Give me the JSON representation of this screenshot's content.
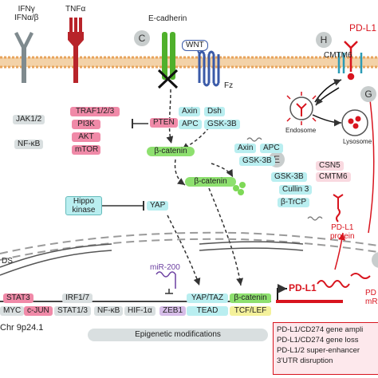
{
  "receptors": {
    "ifn_label_line1": "IFNγ",
    "ifn_label_line2": "IFNα/β",
    "tnf_label": "TNFα",
    "ecadherin_label": "E-cadherin",
    "wnt_label": "WNT",
    "fz_label": "Fz"
  },
  "panel_letters": {
    "c": "C",
    "h": "H",
    "g": "G",
    "e": "E"
  },
  "left_signaling": {
    "jak": "JAK1/2",
    "nfkb": "NF-κB",
    "traf": "TRAF1/2/3",
    "pi3k": "PI3K",
    "akt": "AKT",
    "mtor": "mTOR",
    "pten": "PTEN"
  },
  "wnt_pathway": {
    "axin": "Axin",
    "dsh": "Dsh",
    "apc": "APC",
    "gsk3b": "GSK-3B",
    "axin2": "Axin",
    "apc2": "APC",
    "gsk3b2": "GSK-3B",
    "beta_catenin_1": "β-catenin",
    "beta_catenin_2": "β-catenin"
  },
  "hippo": {
    "kinase": "Hippo kinase",
    "yap": "YAP"
  },
  "right_top": {
    "pdl1_label": "PD-L1",
    "cmtm6_label": "CMTM6",
    "endosome": "Endosome",
    "lysosome": "Lysosome"
  },
  "degradation": {
    "gsk3b": "GSK-3B",
    "cullin3": "Cullin 3",
    "btrcp": "β-TrCP",
    "csn5": "CSN5",
    "cmtm6": "CMTM6",
    "pdl1_protein_line1": "PD-L1",
    "pdl1_protein_line2": "protein"
  },
  "nucleus": {
    "dna_label": "DS",
    "mir200": "miR-200",
    "myc": "MYC",
    "cjun": "c-JUN",
    "stat3": "STAT3",
    "stat13": "STAT1/3",
    "irf17": "IRF1/7",
    "nfkb": "NF-κB",
    "hif1a": "HIF-1α",
    "zeb1": "ZEB1",
    "yaptaz": "YAP/TAZ",
    "tead": "TEAD",
    "bcat": "β-catenin",
    "tcflef": "TCF/LEF",
    "pdl1_gene": "PD-L1",
    "mrna_label_line1": "PD",
    "mrna_label_line2": "mR",
    "chr": "Chr 9p24.1",
    "epigenetic": "Epigenetic modifications"
  },
  "genomic_box": {
    "line1": "PD-L1/CD274 gene ampli",
    "line2": "PD-L1/CD274 gene loss",
    "line3": "PD-L1/2 super-enhancer",
    "line4": "3'UTR disruption"
  },
  "colors": {
    "membrane": "#e8a45c",
    "red": "#d8141e",
    "receptor_gray": "#7f8a8e",
    "tnf_red": "#b8242a",
    "ecad_green": "#4fb02b",
    "fz_blue": "#3a5aa8"
  }
}
